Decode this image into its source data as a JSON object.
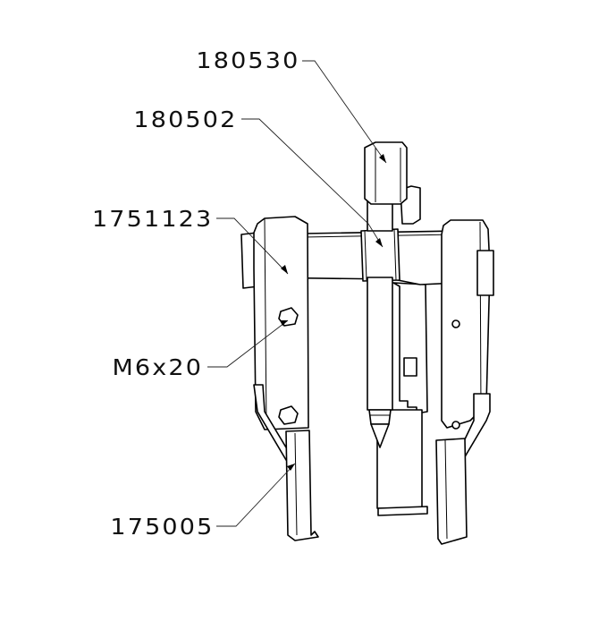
{
  "diagram": {
    "type": "exploded-parts-callout",
    "subject": "three-jaw puller",
    "callouts": [
      {
        "id": "c1",
        "label": "180530",
        "part": "spindle hex head"
      },
      {
        "id": "c2",
        "label": "180502",
        "part": "center hub / yoke"
      },
      {
        "id": "c3",
        "label": "1751123",
        "part": "arm plate"
      },
      {
        "id": "c4",
        "label": "M6x20",
        "part": "bolt"
      },
      {
        "id": "c5",
        "label": "175005",
        "part": "jaw"
      }
    ]
  }
}
